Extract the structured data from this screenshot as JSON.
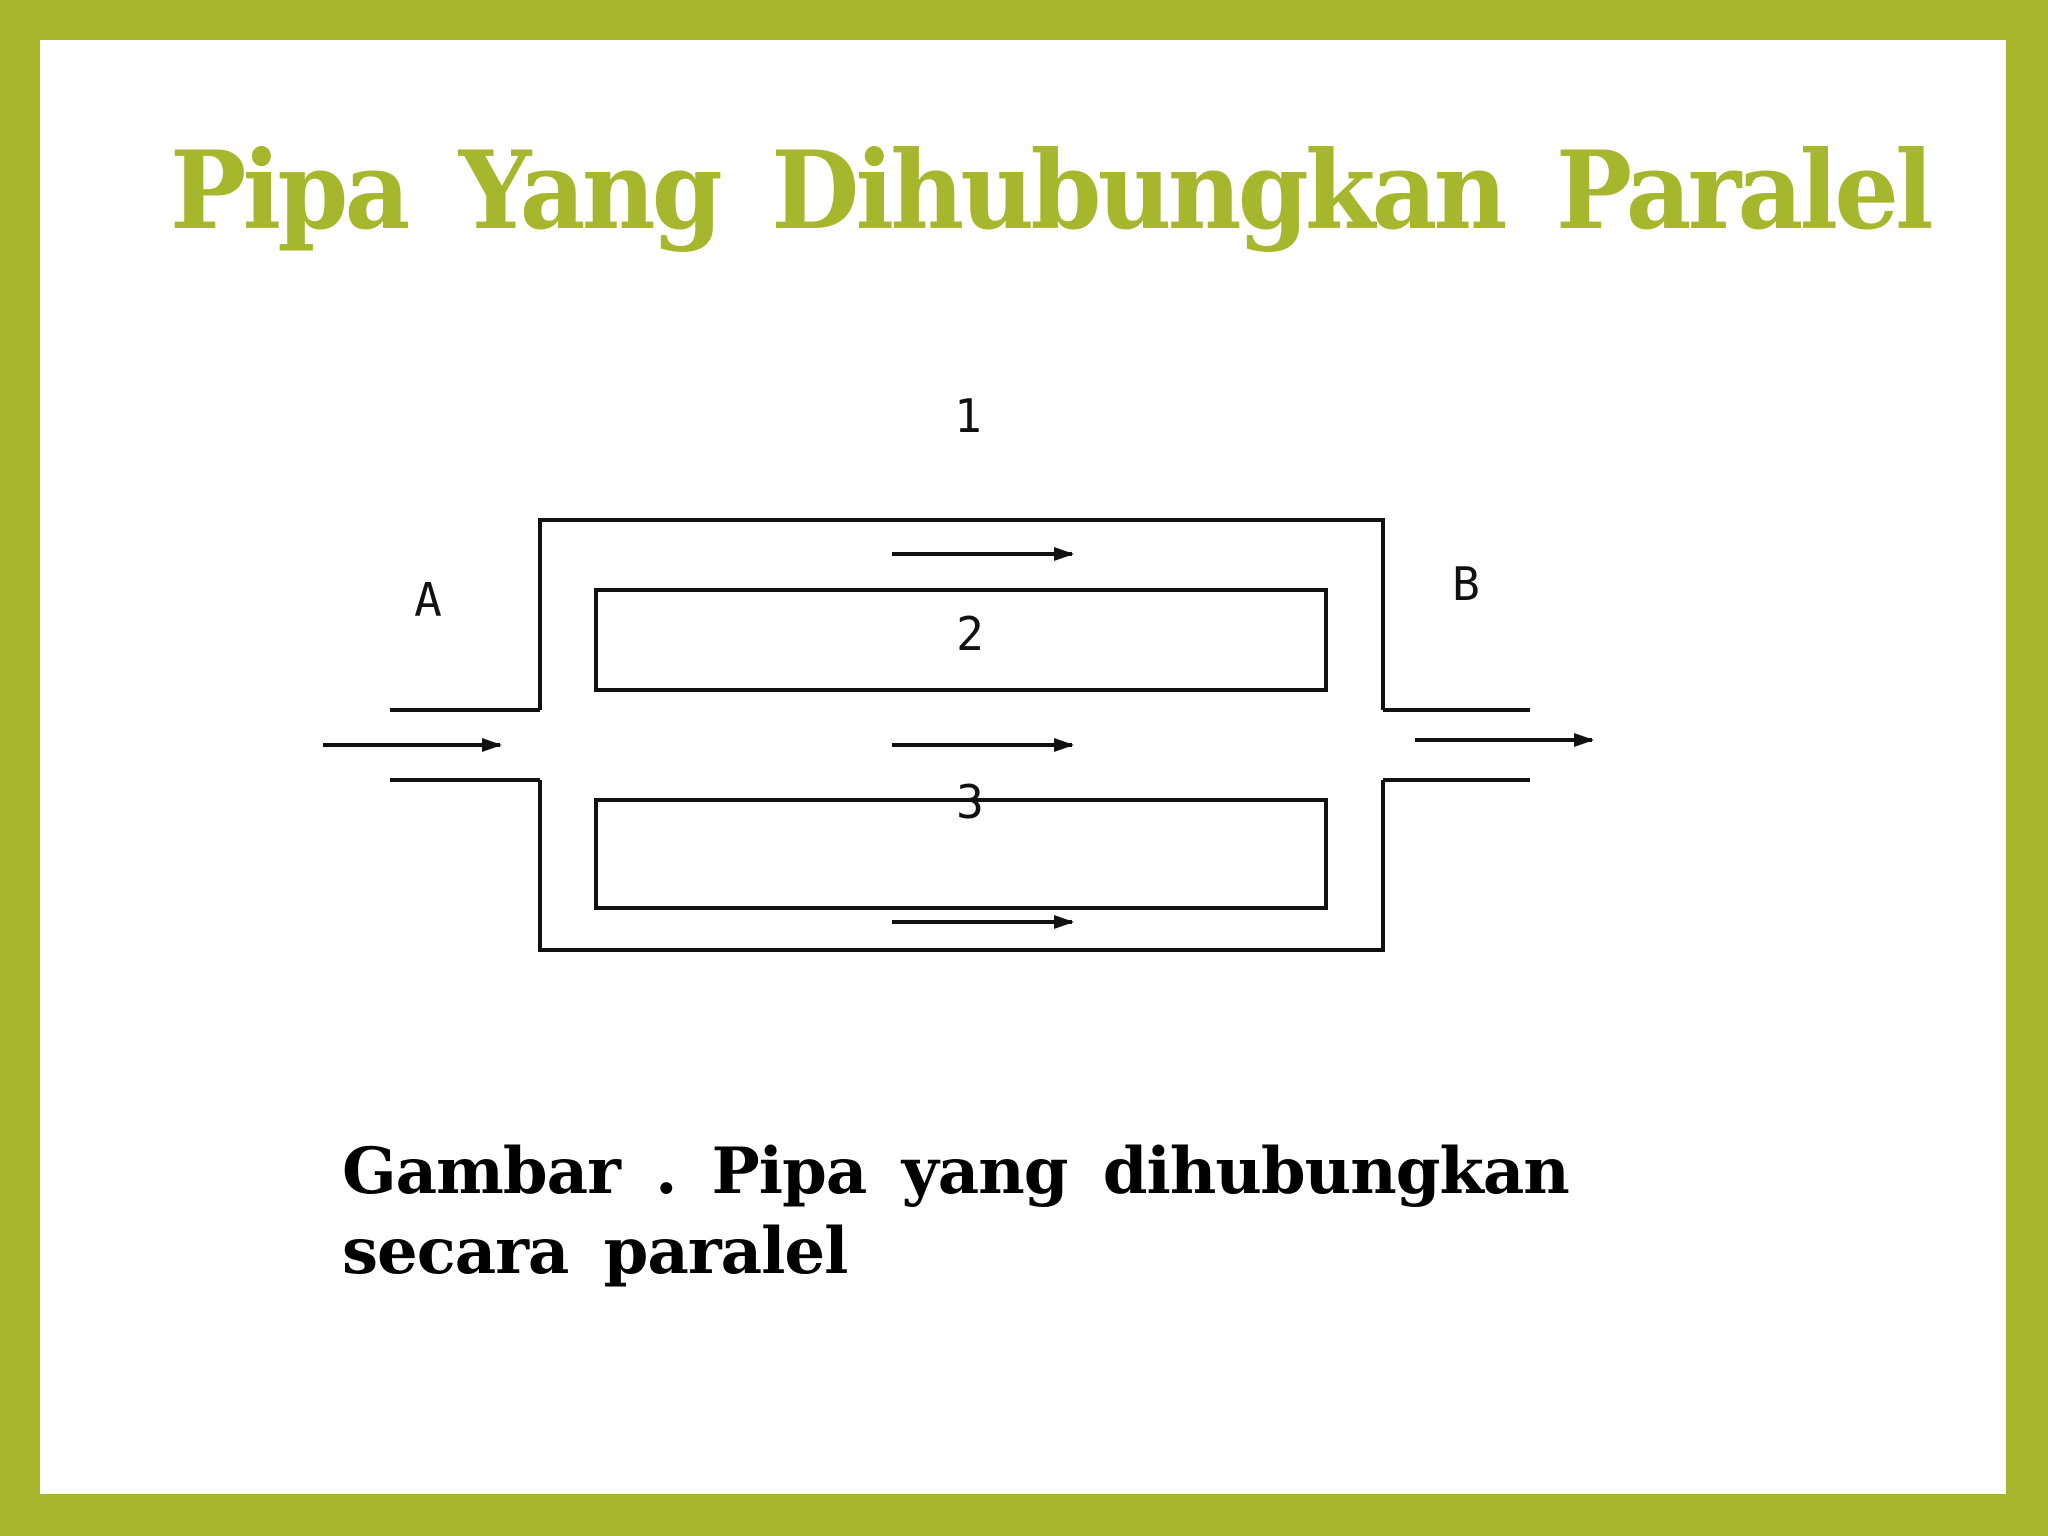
{
  "slide": {
    "title": "Pipa Yang Dihubungkan Paralel",
    "caption": "Gambar . Pipa yang dihubungkan secara paralel"
  },
  "diagram": {
    "labels": {
      "pipe_1": "1",
      "pipe_2": "2",
      "pipe_3": "3",
      "point_a": "A",
      "point_b": "B"
    }
  },
  "colors": {
    "accent": "#a7b72d",
    "background": "#ffffff",
    "text": "#000000"
  }
}
